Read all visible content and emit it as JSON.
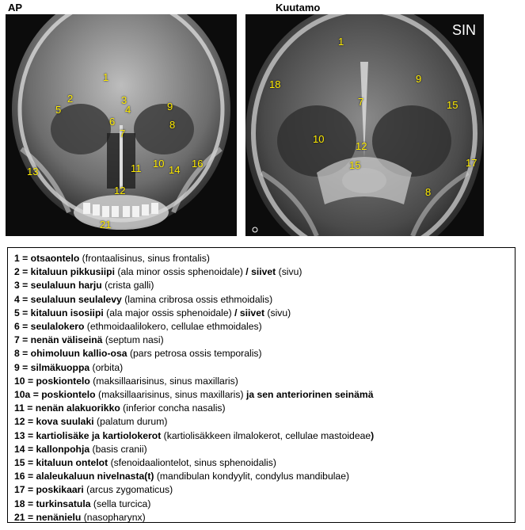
{
  "captions": {
    "left": "AP",
    "right": "Kuutamo"
  },
  "sin_label": "SIN",
  "colors": {
    "label": "#ffec00",
    "bone": "#e6e6e6",
    "background": "#0c0c0c"
  },
  "ap_labels": [
    {
      "t": "1"
    },
    {
      "t": "2"
    },
    {
      "t": "3"
    },
    {
      "t": "4"
    },
    {
      "t": "5"
    },
    {
      "t": "9"
    },
    {
      "t": "6"
    },
    {
      "t": "8"
    },
    {
      "t": "7"
    },
    {
      "t": "13"
    },
    {
      "t": "11"
    },
    {
      "t": "10"
    },
    {
      "t": "14"
    },
    {
      "t": "16"
    },
    {
      "t": "12"
    },
    {
      "t": "21"
    }
  ],
  "kuutamo_labels": [
    {
      "t": "1"
    },
    {
      "t": "18"
    },
    {
      "t": "9"
    },
    {
      "t": "7"
    },
    {
      "t": "15"
    },
    {
      "t": "10"
    },
    {
      "t": "12"
    },
    {
      "t": "15"
    },
    {
      "t": "17"
    },
    {
      "t": "8"
    }
  ],
  "legend": [
    {
      "key": "1 = ",
      "name": "otsaontelo",
      "desc": " (frontaalisinus, sinus frontalis)"
    },
    {
      "key": "2 = ",
      "name": "kitaluun pikkusiipi",
      "desc": " (ala minor ossis sphenoidale) ",
      "sep": "/ ",
      "extra": "siivet",
      "extra_desc": " (sivu)"
    },
    {
      "key": "3 = ",
      "name": "seulaluun harju",
      "desc": " (crista galli)"
    },
    {
      "key": "4 = ",
      "name": "seulaluun seulalevy",
      "desc": " (lamina cribrosa ossis ethmoidalis)"
    },
    {
      "key": "5 = ",
      "name": "kitaluun isosiipi",
      "desc": " (ala major ossis sphenoidale) ",
      "sep": "/ ",
      "extra": "siivet",
      "extra_desc": " (sivu)"
    },
    {
      "key": "6 = ",
      "name": "seulalokero",
      "desc": " (ethmoidaalilokero, cellulae ethmoidales)"
    },
    {
      "key": "7 = ",
      "name": "nenän väliseinä",
      "desc": " (septum nasi)"
    },
    {
      "key": "8 = ",
      "name": "ohimoluun kallio-osa",
      "desc": " (pars petrosa ossis temporalis)"
    },
    {
      "key": "9 = ",
      "name": "silmäkuoppa",
      "desc": " (orbita)"
    },
    {
      "key": "10 = ",
      "name": "poskiontelo",
      "desc": " (maksillaarisinus, sinus maxillaris)"
    },
    {
      "key": "10a = ",
      "name": "poskiontelo",
      "desc": " (maksillaarisinus, sinus maxillaris) ",
      "extra": "ja sen anteriorinen seinämä",
      "extra_desc": ""
    },
    {
      "key": "11 = ",
      "name": "nenän alakuorikko",
      "desc": " (inferior concha nasalis)"
    },
    {
      "key": "12 = ",
      "name": "kova suulaki",
      "desc": " (palatum durum)"
    },
    {
      "key": "13 = ",
      "name": "kartiolisäke ja kartiolokerot",
      "desc": " (kartiolisäkkeen ilmalokerot, cellulae mastoideae",
      "extra": ")",
      "extra_desc": ""
    },
    {
      "key": "14 = ",
      "name": "kallonpohja",
      "desc": " (basis cranii)"
    },
    {
      "key": "15 = ",
      "name": "kitaluun ontelot",
      "desc": " (sfenoidaaliontelot, sinus sphenoidalis)"
    },
    {
      "key": "16 = ",
      "name": "alaleukaluun nivelnasta(t)",
      "desc": " (mandibulan kondyylit, condylus mandibulae)"
    },
    {
      "key": "17 = ",
      "name": "poskikaari",
      "desc": " (arcus zygomaticus)"
    },
    {
      "key": "18 = ",
      "name": "turkinsatula",
      "desc": " (sella turcica)"
    },
    {
      "key": "21 = ",
      "name": "nenänielu",
      "desc": " (nasopharynx)"
    }
  ]
}
